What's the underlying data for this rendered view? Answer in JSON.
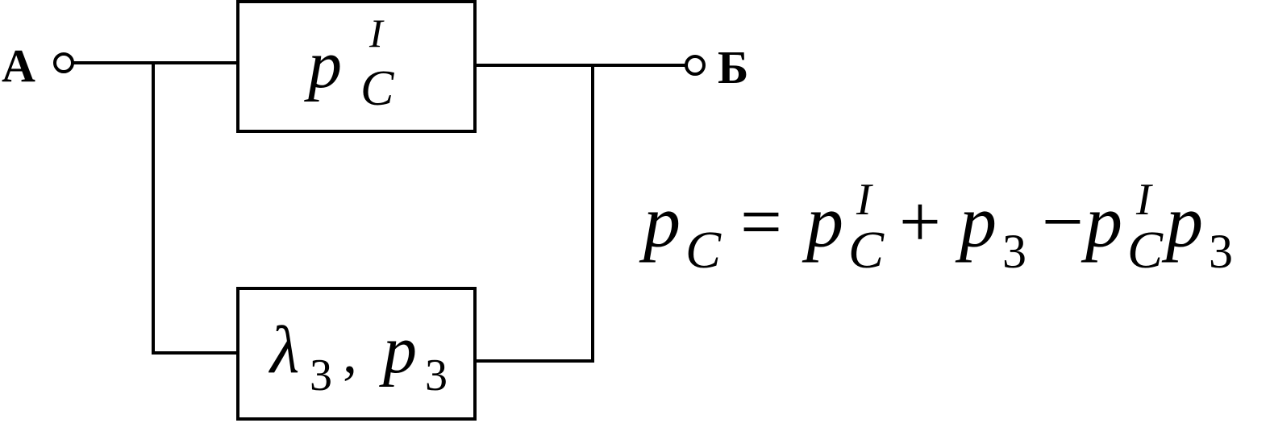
{
  "diagram": {
    "node_a": "А",
    "node_b": "Б",
    "block_top": {
      "symbol": "p",
      "sub": "C",
      "sup": "I"
    },
    "block_bottom": {
      "lambda": "λ",
      "lambda_sub": "3",
      "comma": ",",
      "symbol": "p",
      "sub": "3"
    }
  },
  "formula": {
    "lhs_symbol": "p",
    "lhs_sub": "C",
    "equals": "=",
    "t1_symbol": "p",
    "t1_sub": "C",
    "t1_sup": "I",
    "plus": "+",
    "t2_symbol": "p",
    "t2_sub": "3",
    "minus": "−",
    "t3_symbol": "p",
    "t3_sub": "C",
    "t3_sup": "I",
    "t4_symbol": "p",
    "t4_sub": "3"
  }
}
